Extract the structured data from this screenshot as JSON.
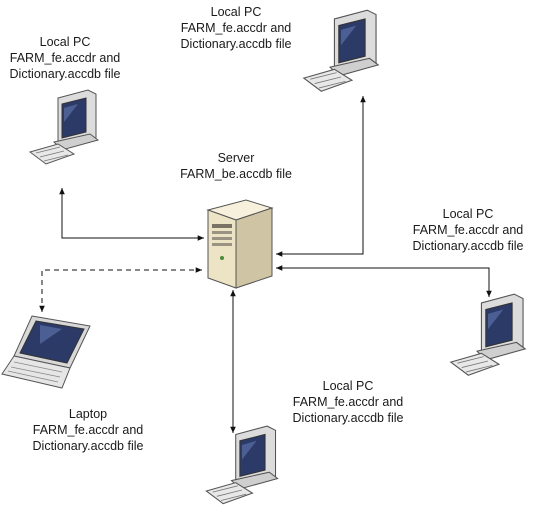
{
  "server": {
    "title": "Server",
    "file": "FARM_be.accdb file"
  },
  "pc_top_left": {
    "title": "Local PC",
    "line1": "FARM_fe.accdr and",
    "line2": "Dictionary.accdb file"
  },
  "pc_top_middle": {
    "title": "Local PC",
    "line1": "FARM_fe.accdr and",
    "line2": "Dictionary.accdb file"
  },
  "pc_right": {
    "title": "Local PC",
    "line1": "FARM_fe.accdr and",
    "line2": "Dictionary.accdb file"
  },
  "pc_bottom": {
    "title": "Local PC",
    "line1": "FARM_fe.accdr and",
    "line2": "Dictionary.accdb file"
  },
  "laptop": {
    "title": "Laptop",
    "line1": "FARM_fe.accdr and",
    "line2": "Dictionary.accdb file"
  },
  "connections": [
    {
      "from": "pc_top_left",
      "to": "server",
      "style": "solid"
    },
    {
      "from": "pc_top_middle",
      "to": "server",
      "style": "solid"
    },
    {
      "from": "pc_right",
      "to": "server",
      "style": "solid"
    },
    {
      "from": "pc_bottom",
      "to": "server",
      "style": "solid"
    },
    {
      "from": "laptop",
      "to": "server",
      "style": "dashed"
    }
  ],
  "colors": {
    "line": "#111111",
    "device_body": "#e9e9e9",
    "device_edge": "#444444",
    "screen": "#2b3a66"
  }
}
